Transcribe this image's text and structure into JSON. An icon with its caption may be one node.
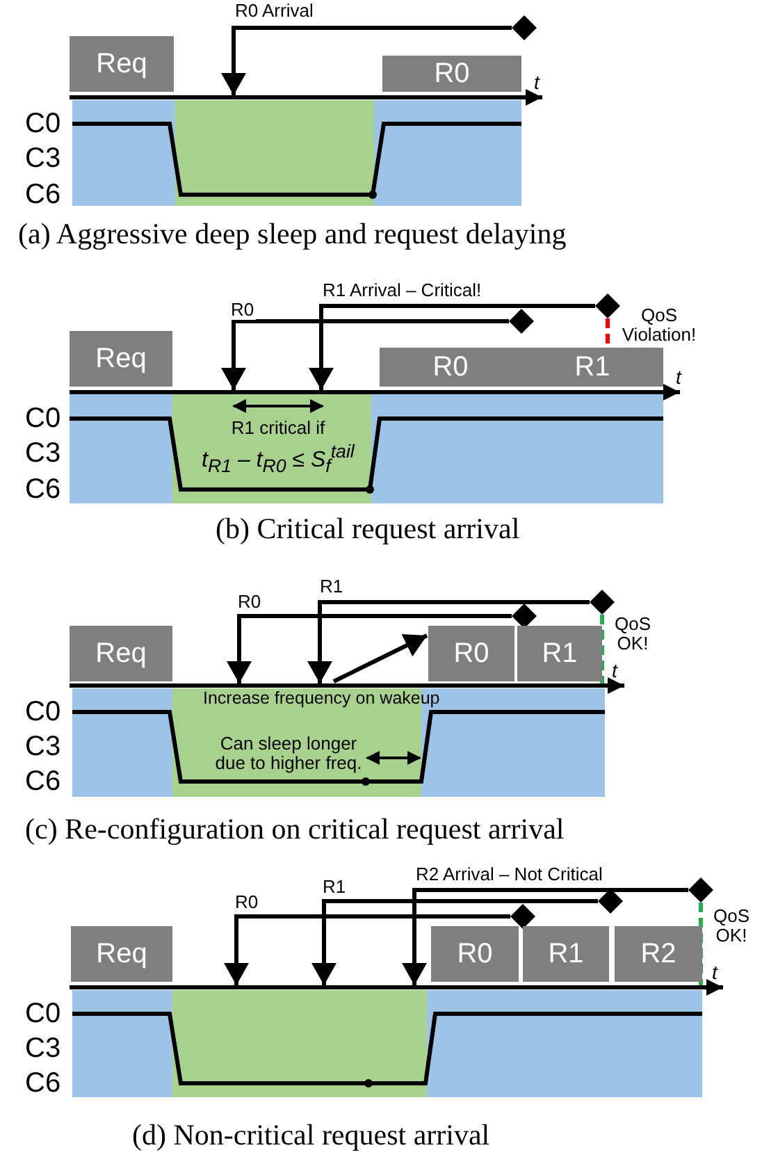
{
  "diagram": {
    "nodes": [
      {
        "text": [
          "Req"
        ]
      },
      {
        "text": [],
        "shape": "diamond"
      },
      {
        "text": [
          "R0"
        ]
      },
      {
        "text": [],
        "shape": "bar",
        "beside": [
          "t"
        ]
      },
      {
        "text": [],
        "shape": "diamond"
      },
      {
        "text": [],
        "shape": "diamond"
      },
      {
        "text": [
          "Req"
        ]
      },
      {
        "text": [
          "R0",
          "R1"
        ]
      },
      {
        "text": [],
        "shape": "bar",
        "beside": [
          "t"
        ]
      },
      {
        "text": [],
        "shape": "diamond"
      },
      {
        "text": [],
        "shape": "diamond"
      },
      {
        "text": [
          "Req"
        ]
      },
      {
        "text": [
          "R0"
        ]
      },
      {
        "text": [
          "R1"
        ]
      },
      {
        "text": [],
        "shape": "bar",
        "beside": [
          "t"
        ]
      },
      {
        "text": [],
        "shape": "diamond"
      },
      {
        "text": [],
        "shape": "diamond"
      },
      {
        "text": [],
        "shape": "diamond"
      },
      {
        "text": [
          "Req"
        ]
      },
      {
        "text": [
          "R0"
        ]
      },
      {
        "text": [
          "R1"
        ]
      },
      {
        "text": [
          "R2"
        ]
      },
      {
        "text": [],
        "shape": "bar",
        "beside": [
          "t"
        ]
      }
    ],
    "edges": [
      {
        "from": 1,
        "to": 3,
        "arrow": "to",
        "label": "R0 Arrival"
      },
      {
        "from": 5,
        "to": 8,
        "arrow": "to",
        "label": "R0"
      },
      {
        "from": 4,
        "to": 8,
        "arrow": "to",
        "label": "R1 Arrival – Critical!"
      },
      {
        "from": 4,
        "to": 7,
        "arrow": "none",
        "style": "dashed",
        "color": "#ff0000"
      },
      {
        "from": 10,
        "to": 14,
        "arrow": "to",
        "label": "R0"
      },
      {
        "from": 9,
        "to": 14,
        "arrow": "to",
        "label": "R1"
      },
      {
        "from": 14,
        "to": 12,
        "arrow": "to"
      },
      {
        "from": 9,
        "to": 14,
        "arrow": "none",
        "style": "dashed",
        "color": "#22b14c"
      },
      {
        "from": 17,
        "to": 22,
        "arrow": "to",
        "label": "R0"
      },
      {
        "from": 16,
        "to": 22,
        "arrow": "to",
        "label": "R1"
      },
      {
        "from": 15,
        "to": 22,
        "arrow": "to",
        "label": "R2 Arrival – Not Critical"
      },
      {
        "from": 15,
        "to": 22,
        "arrow": "none",
        "style": "dashed",
        "color": "#22b14c"
      }
    ],
    "labels": [
      "C0",
      "C3",
      "C6",
      "(a) Aggressive deep sleep and request delaying",
      "QoS Violation!",
      "C0",
      "R1 critical if",
      "t$_{R1}$ – t$_{R0}$ ≤ S$_{f}$$^{tail}$",
      "C3",
      "C6",
      "(b) Critical request arrival",
      "QoS OK!",
      "Increase frequency on wakeup",
      "C0",
      "Can sleep longer due to higher freq.",
      "C3",
      "C6",
      "(c) Re-configuration on critical request arrival",
      "QoS OK!",
      "C0",
      "C3",
      "C6",
      "(d) Non-critical request arrival"
    ]
  }
}
